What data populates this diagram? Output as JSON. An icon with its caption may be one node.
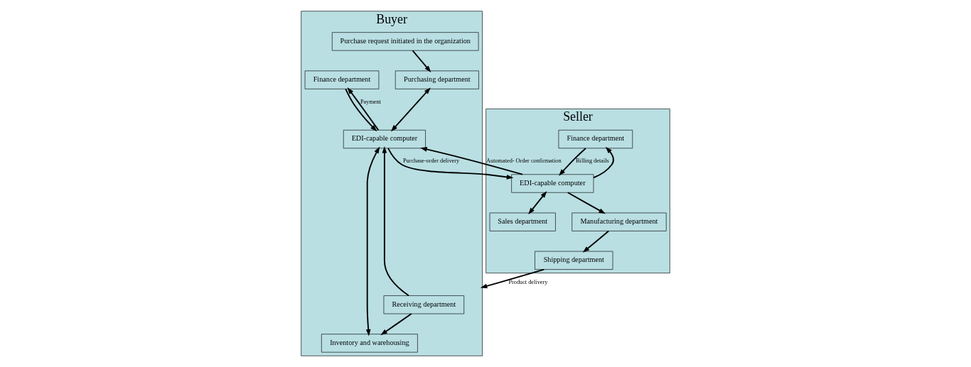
{
  "diagram": {
    "nodes": [
      {
        "text": [
          "Buyer"
        ]
      },
      {
        "text": [
          "Purchase request initiated in the organization"
        ],
        "in": 0
      },
      {
        "text": [
          "Finance department"
        ],
        "in": 0
      },
      {
        "text": [
          "Purchasing department"
        ],
        "in": 0
      },
      {
        "text": [
          "EDI-capable computer"
        ],
        "in": 0
      },
      {
        "text": [
          "Inventory and warehousing"
        ],
        "in": 0
      },
      {
        "text": [
          "Receiving department"
        ],
        "in": 0
      },
      {
        "text": [
          "Seller"
        ]
      },
      {
        "text": [
          "Finance department"
        ],
        "in": 7
      },
      {
        "text": [
          "EDI-capable computer"
        ],
        "in": 7
      },
      {
        "text": [
          "Sales department"
        ],
        "in": 7
      },
      {
        "text": [
          "Shipping department"
        ],
        "in": 7
      },
      {
        "text": [
          "Manufacturing department"
        ],
        "in": 7
      }
    ],
    "edges": [
      {
        "from": 1,
        "to": 3,
        "arrow": "to"
      },
      {
        "from": 4,
        "to": 2,
        "arrow": "to",
        "label": "Payment"
      },
      {
        "from": 2,
        "to": 4,
        "arrow": "to"
      },
      {
        "from": 3,
        "to": 4,
        "arrow": "both"
      },
      {
        "from": 4,
        "to": 5,
        "arrow": "both"
      },
      {
        "from": 6,
        "to": 4,
        "arrow": "to"
      },
      {
        "from": 6,
        "to": 5,
        "arrow": "to"
      },
      {
        "from": 4,
        "to": 9,
        "arrow": "to",
        "label": "Purchase-order delivery"
      },
      {
        "from": 9,
        "to": 4,
        "arrow": "to",
        "label": "Automated- Order confirmation"
      },
      {
        "from": 8,
        "to": 9,
        "arrow": "to",
        "label": "Billing details"
      },
      {
        "from": 9,
        "to": 8,
        "arrow": "to"
      },
      {
        "from": 9,
        "to": 10,
        "arrow": "both"
      },
      {
        "from": 9,
        "to": 12,
        "arrow": "to"
      },
      {
        "from": 12,
        "to": 11,
        "arrow": "to"
      },
      {
        "from": 11,
        "to": 0,
        "arrow": "to",
        "label": "Product delivery"
      }
    ]
  }
}
